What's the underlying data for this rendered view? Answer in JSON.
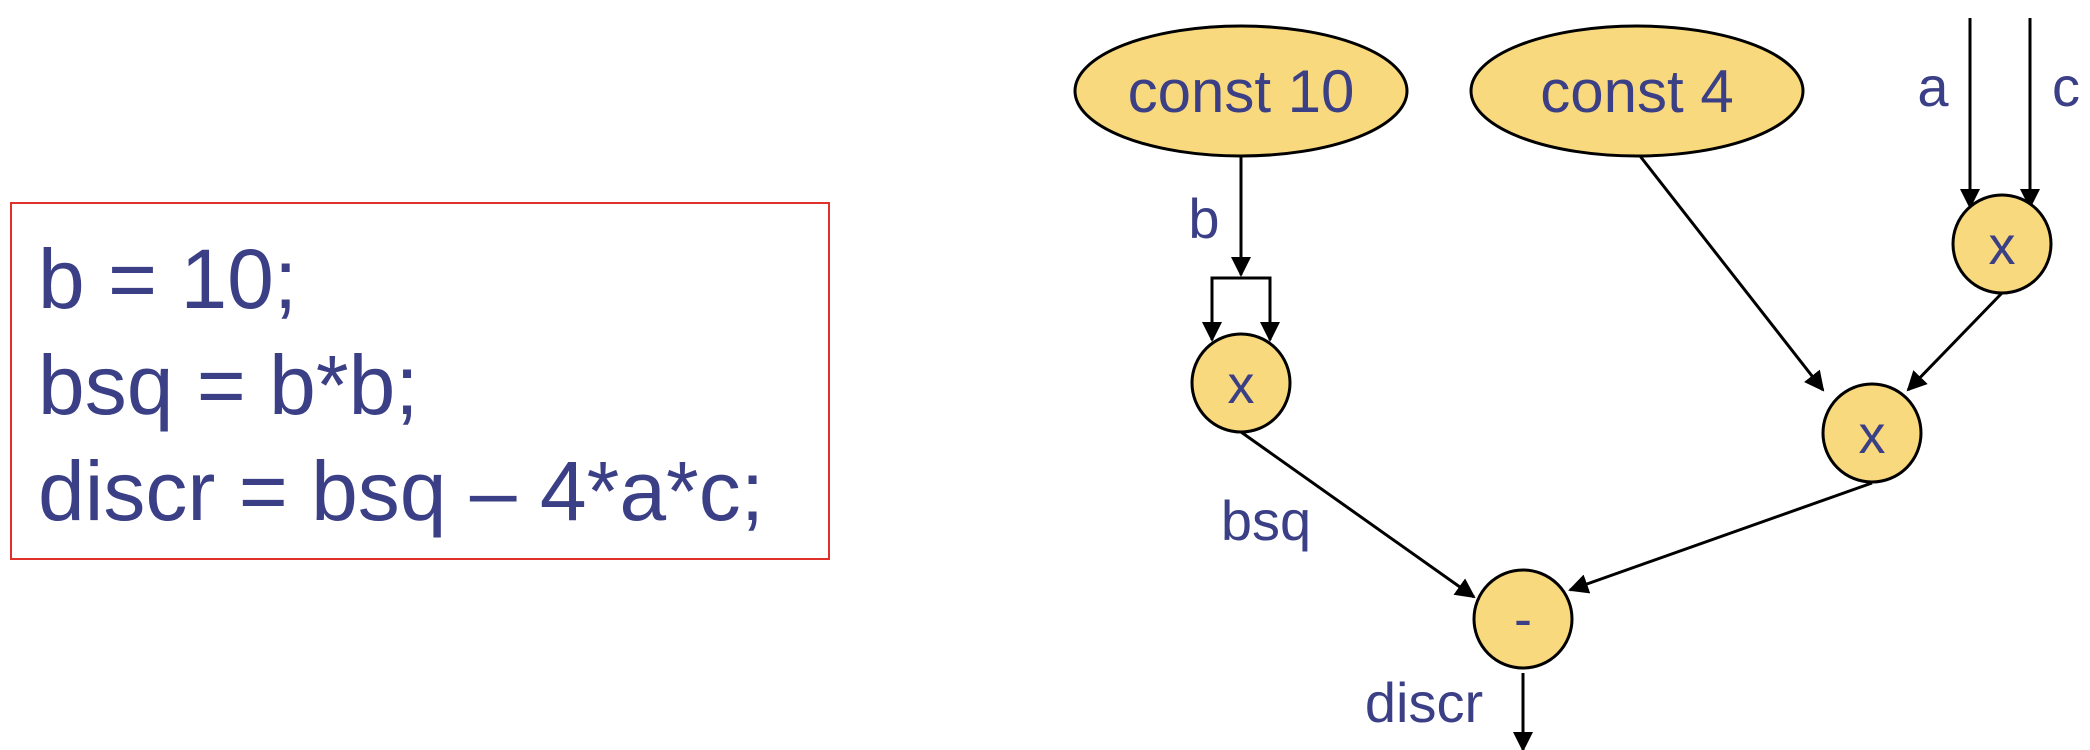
{
  "code": {
    "lines": [
      "b = 10;",
      "bsq = b*b;",
      "discr = bsq – 4*a*c;"
    ]
  },
  "diagram": {
    "nodes": {
      "const10": "const 10",
      "const4": "const 4",
      "mul_bb": "x",
      "mul_ac": "x",
      "mul_4ac": "x",
      "sub": "-"
    },
    "edge_labels": {
      "a": "a",
      "c": "c",
      "b": "b",
      "bsq": "bsq",
      "discr": "discr"
    },
    "colors": {
      "node_fill": "#f9d97e",
      "stroke": "#000000",
      "text": "#3b3f86",
      "code_border": "#e0302a"
    }
  }
}
